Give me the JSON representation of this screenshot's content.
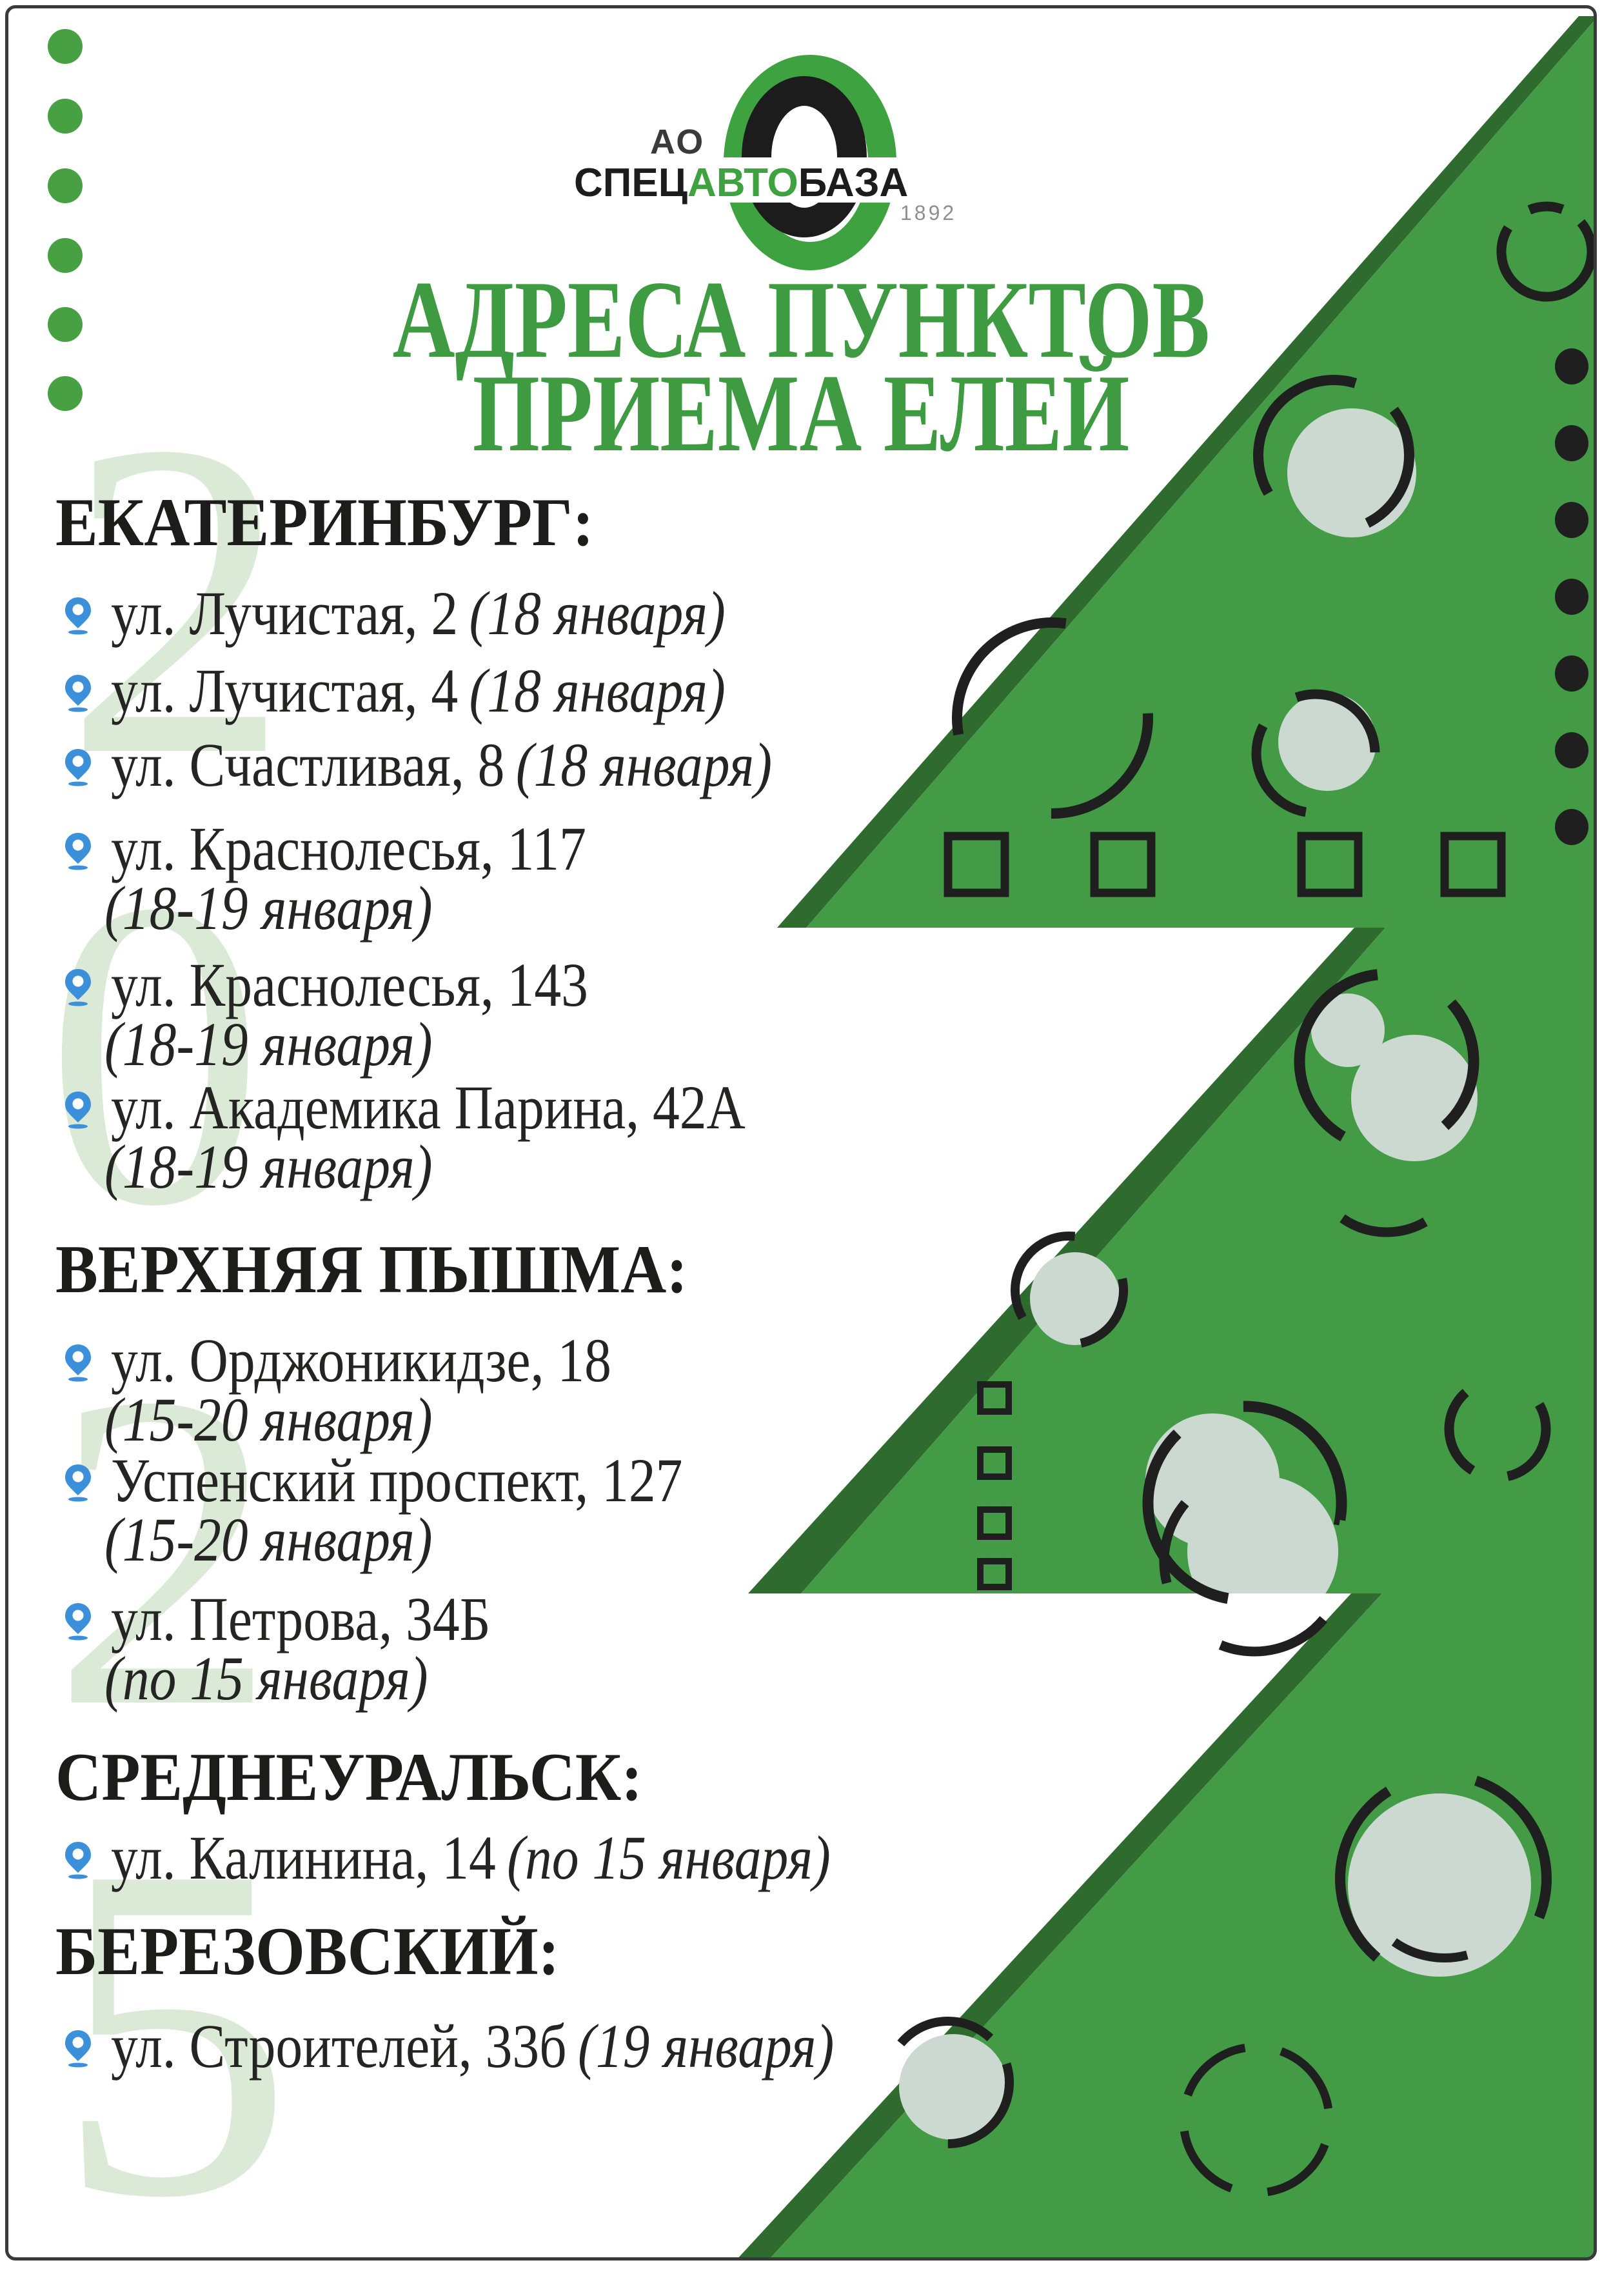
{
  "logo": {
    "company_prefix": "АО",
    "brand_part1": "СПЕЦ",
    "brand_part2": "АВТО",
    "brand_part3": "БАЗА",
    "year_established": "1892"
  },
  "title": {
    "line1": "АДРЕСА ПУНКТОВ",
    "line2": "ПРИЕМА ЕЛЕЙ"
  },
  "background_year_digits": [
    "2",
    "0",
    "2",
    "5"
  ],
  "colors": {
    "title_green": "#3f9b42",
    "tree_light_green": "#439c45",
    "tree_dark_green": "#2f6a2f",
    "ornament_pale": "#cbd9d0",
    "ornament_dark": "#1f1f1f",
    "pin_blue": "#3c90d9",
    "digit_pale_green": "#dbe9d7",
    "dot_green": "#47a143",
    "text_black": "#242422"
  },
  "sections": [
    {
      "city": "ЕКАТЕРИНБУРГ:",
      "items": [
        {
          "address": "ул. Лучистая, 2",
          "date": "(18 января)"
        },
        {
          "address": "ул. Лучистая, 4",
          "date": "(18 января)"
        },
        {
          "address": "ул. Счастливая, 8",
          "date": "(18 января)"
        },
        {
          "address": "ул. Краснолесья, 117",
          "date": "(18-19 января)"
        },
        {
          "address": "ул. Краснолесья, 143",
          "date": "(18-19 января)"
        },
        {
          "address": "ул. Академика Парина, 42А",
          "date": "(18-19 января)"
        }
      ]
    },
    {
      "city": "ВЕРХНЯЯ ПЫШМА:",
      "items": [
        {
          "address": "ул. Орджоникидзе, 18",
          "date": "(15-20 января)"
        },
        {
          "address": "Успенский проспект, 127",
          "date": "(15-20 января)"
        },
        {
          "address": "ул. Петрова, 34Б",
          "date": "(по 15 января)"
        }
      ]
    },
    {
      "city": "СРЕДНЕУРАЛЬСК:",
      "items": [
        {
          "address": "ул. Калинина, 14",
          "date": "(по 15 января)"
        }
      ]
    },
    {
      "city": "БЕРЕЗОВСКИЙ:",
      "items": [
        {
          "address": "ул. Строителей, 33б",
          "date": "(19 января)"
        }
      ]
    }
  ]
}
